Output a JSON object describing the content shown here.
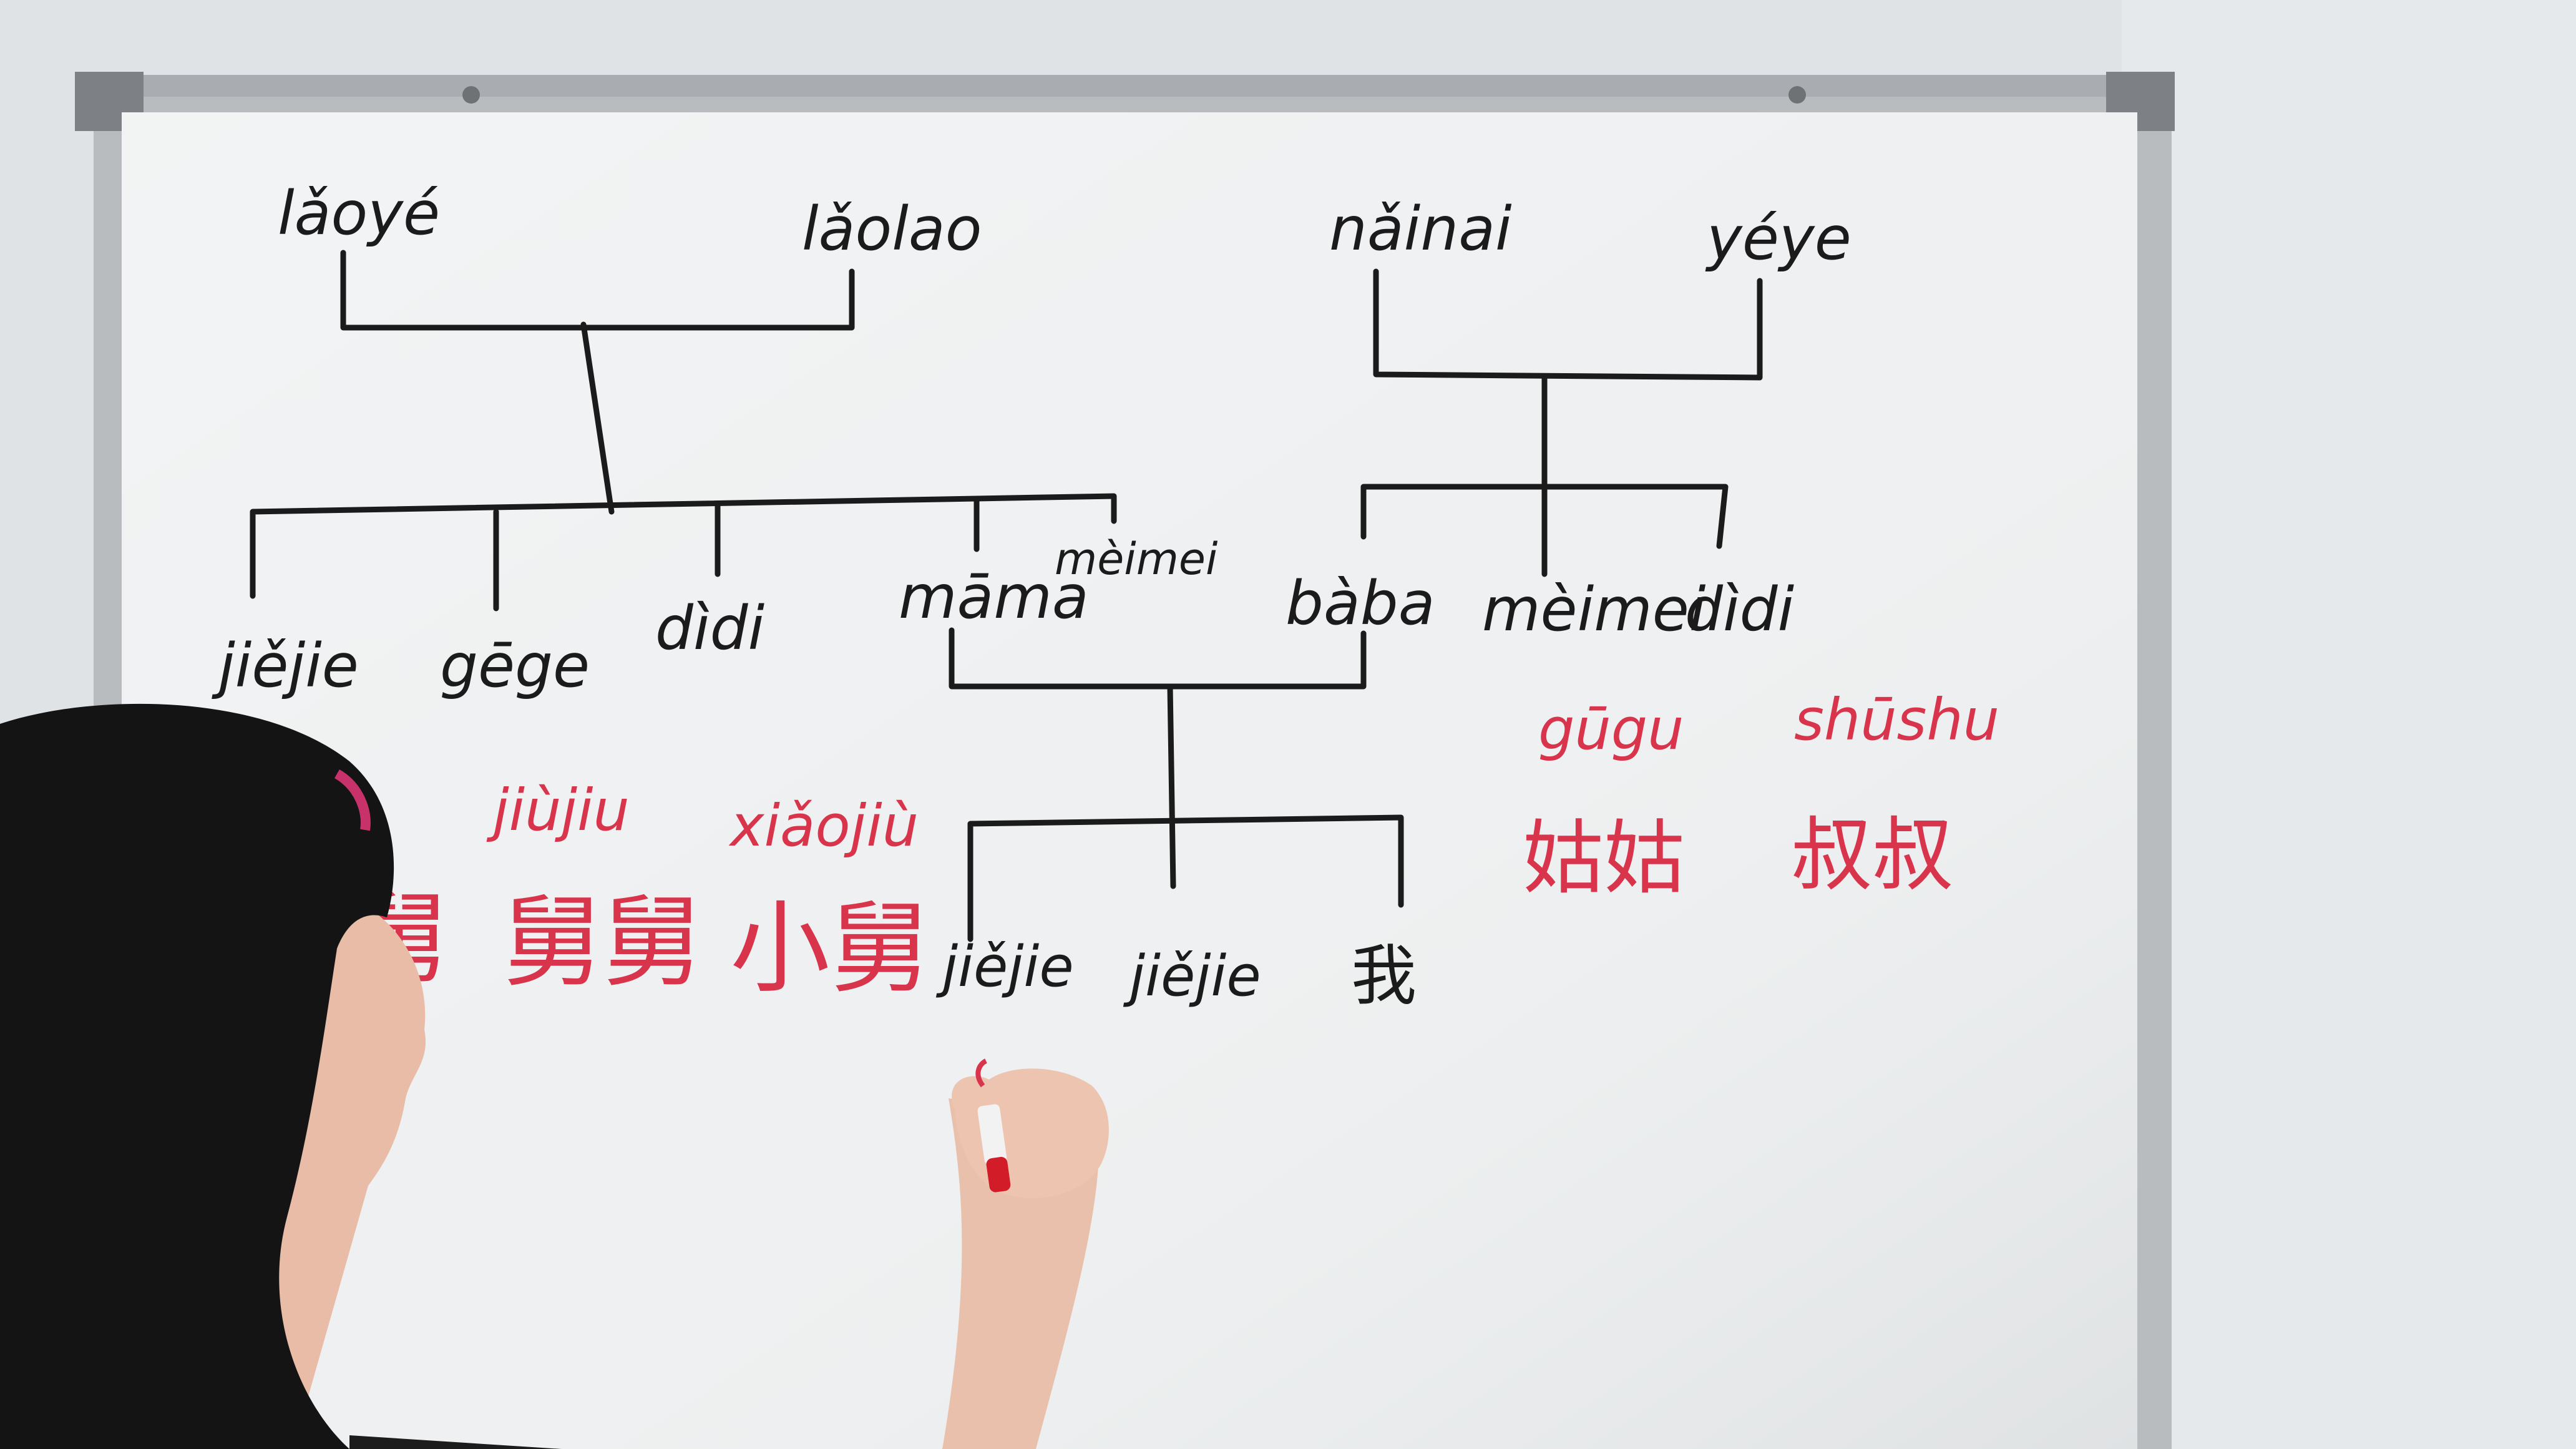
{
  "colors": {
    "wall": "#dfe3e6",
    "board": "#eef0f1",
    "frame": "#b9bcbf",
    "ink_black": "#1b1b1b",
    "ink_red": "#d8344c",
    "hair": "#141414",
    "skin": "#e9c0ab",
    "marker_body": "#f2f2f2",
    "marker_cap": "#d21d28"
  },
  "board": {
    "grandparents_maternal": [
      "lǎoyé",
      "lǎolao"
    ],
    "grandparents_paternal": [
      "nǎinai",
      "yéye"
    ],
    "maternal_siblings": [
      "jiějie",
      "gēge",
      "dìdi",
      "māma",
      "mèimei"
    ],
    "paternal_siblings": [
      "bàba",
      "mèimei",
      "dìdi"
    ],
    "children": [
      "jiějie",
      "jiějie",
      "我"
    ],
    "red_pinyin": [
      "jiùjiu",
      "xiǎojiù",
      "gūgu",
      "shūshu"
    ],
    "red_hanzi": [
      "舅舅",
      "小舅",
      "姑姑",
      "叔叔"
    ],
    "partial_hanzi": "舅"
  },
  "icons": [
    "whiteboard-marker-icon"
  ]
}
